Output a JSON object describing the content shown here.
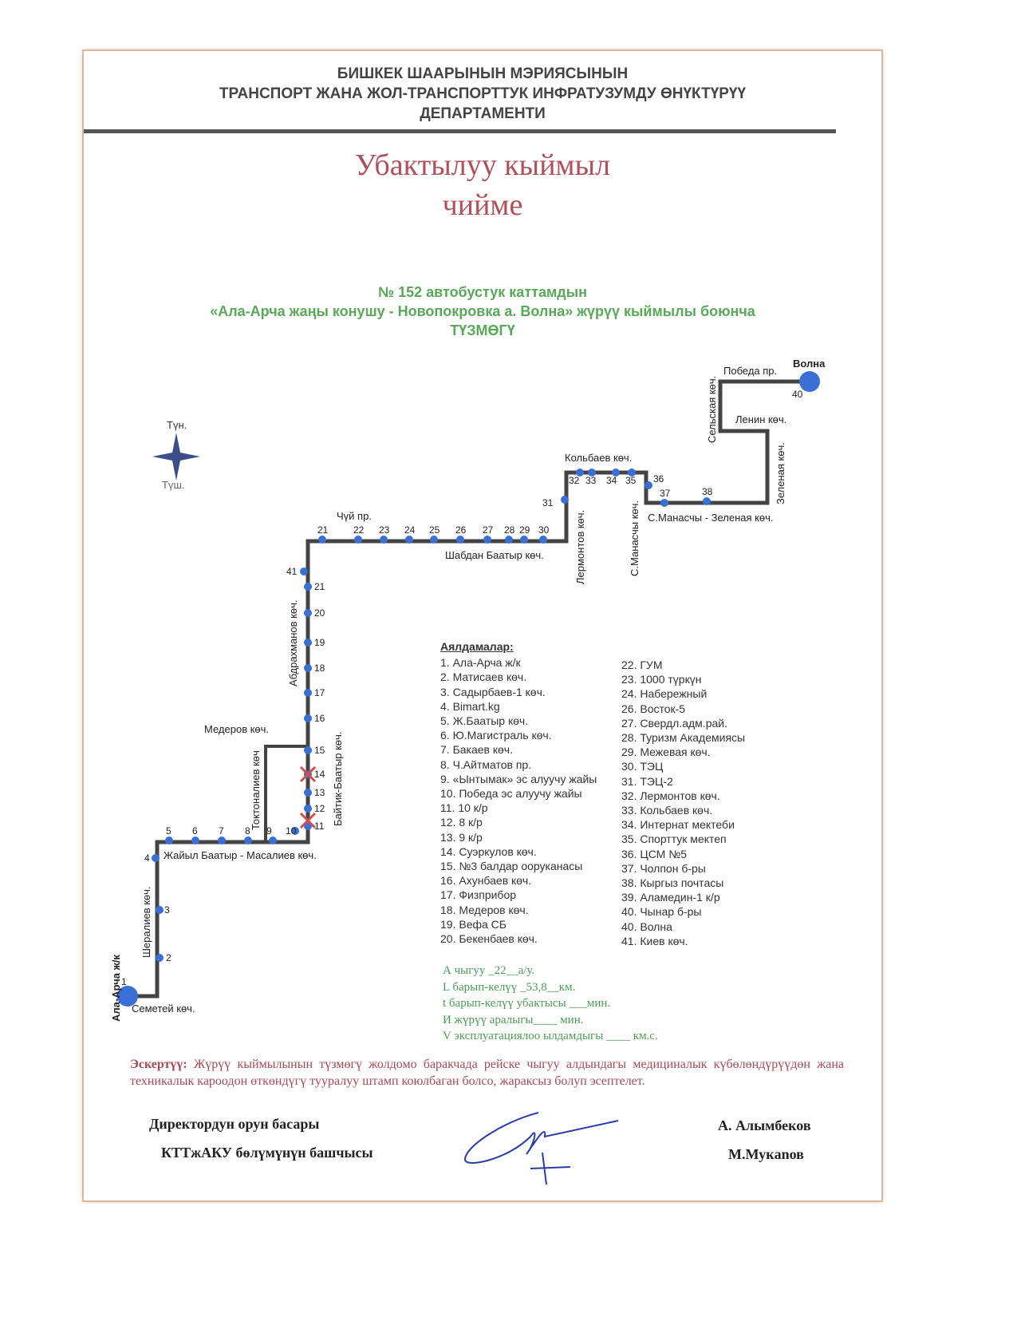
{
  "header": {
    "line1": "БИШКЕК ШААРЫНЫН  МЭРИЯСЫНЫН",
    "line2": "ТРАНСПОРТ ЖАНА ЖОЛ-ТРАНСПОРТТУК ИНФРАТУЗУМДУ ӨНҮКТҮРҮҮ",
    "line3": "ДЕПАРТАМЕНТИ"
  },
  "title": {
    "line1": "Убактылуу кыймыл",
    "line2": "чийме"
  },
  "subtitle": {
    "line1": "№ 152  автобустук каттамдын",
    "line2": "«Ала-Арча жаңы конушу  - Новопокровка а. Волна»  жүрүү кыймылы боюнча",
    "line3": "ТҮЗМӨГҮ"
  },
  "compass": {
    "north": "Түн.",
    "south": "Түш."
  },
  "map": {
    "stop_numbers": [
      "1",
      "2",
      "3",
      "4",
      "5",
      "6",
      "7",
      "8",
      "9",
      "10",
      "11",
      "12",
      "13",
      "14",
      "15",
      "16",
      "17",
      "18",
      "19",
      "20",
      "21",
      "41",
      "21",
      "22",
      "23",
      "24",
      "25",
      "26",
      "27",
      "28",
      "29",
      "30",
      "31",
      "32",
      "33",
      "34",
      "35",
      "36",
      "37",
      "38",
      "40"
    ],
    "streets": [
      "Ала-Арча ж/к",
      "Шералиев көч.",
      "Семетей көч.",
      "Жайыл Баатыр -  Масалиев көч.",
      "Токтоналиев көч",
      "Медеров көч.",
      "Байтик-Баатыр көч.",
      "Абдрахманов көч.",
      "Чүй пр.",
      "Шабдан Баатыр көч.",
      "Лермонтов көч.",
      "Кольбаев көч.",
      "С.Манасчы көч.",
      "С.Манасчы - Зеленая көч.",
      "Зеленая көч.",
      "Ленин көч.",
      "Сельская көч.",
      "Победа пр.",
      "Волна"
    ],
    "route_color": "#444444",
    "stop_color": "#3a6fd6"
  },
  "stops": {
    "heading": "Аялдамалар:",
    "col1": [
      "1. Ала-Арча ж/к",
      "2. Матисаев көч.",
      "3. Садырбаев-1 көч.",
      "4.  Bimart.kg",
      "5. Ж.Баатыр көч.",
      "6. Ю.Магистраль көч.",
      "7. Бакаев көч.",
      "8. Ч.Айтматов пр.",
      "9. «Ынтымак» эс алуучу жайы",
      "10. Победа эс алуучу жайы",
      "11. 10 к/р",
      "12. 8 к/р",
      "13. 9 к/р",
      "14. Суэркулов көч.",
      "15. №3 балдар ооруканасы",
      "16. Ахунбаев көч.",
      "17. Физприбор",
      "18. Медеров көч.",
      "19. Вефа СБ",
      "20. Бекенбаев көч."
    ],
    "col2": [
      "22. ГУМ",
      "23. 1000 түркүн",
      "24. Набережный",
      "26. Восток-5",
      "27. Свердл.адм.рай.",
      "28. Туризм Академиясы",
      "29. Межевая көч.",
      "30. ТЭЦ",
      "31. ТЭЦ-2",
      "32. Лермонтов көч.",
      "33. Кольбаев көч.",
      "34. Интернат мектеби",
      "35. Спорттук мектеп",
      "36. ЦСМ №5",
      "37. Чолпон б-ры",
      "38. Кыргыз почтасы",
      "39. Аламедин-1 к/р",
      "40. Чынар б-ры",
      "40. Волна",
      "41. Киев көч."
    ]
  },
  "stats": [
    "А чыгуу  _22__а/у.",
    "L барып-келүү  _53,8__км.",
    "t барып-келүү убактысы ___мин.",
    "И жүрүү аралыгы____ мин.",
    "V эксплуатациялоо ылдамдыгы ____ км.с."
  ],
  "note": {
    "label": "Эскертүү:",
    "text": " Жүрүү кыймылынын түзмөгү жолдомо баракчада рейске чыгуу алдындагы медициналык күбөлөндүрүүдөн жана техникалык кароодон өткөндүгү тууралуу штамп коюлбаган болсо, жараксыз болуп эсептелет."
  },
  "signatures": {
    "role1": "Директордун орун басары",
    "name1": "А. Алымбеков",
    "role2": "КТТжАКУ  бөлүмүнүн башчысы",
    "name2": "М.Мукanов"
  }
}
